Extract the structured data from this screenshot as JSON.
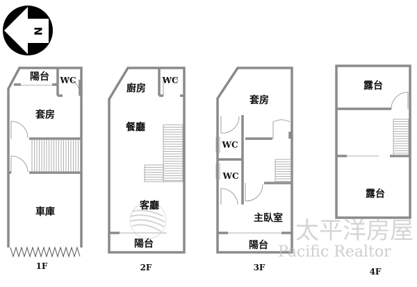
{
  "compass": {
    "icon": "north-arrow-icon",
    "letter": "N"
  },
  "floors": [
    {
      "label": "1F",
      "rooms": [
        "陽台",
        "WC",
        "套房",
        "車庫"
      ]
    },
    {
      "label": "2F",
      "rooms": [
        "廚房",
        "WC",
        "餐廳",
        "客廳",
        "陽台"
      ]
    },
    {
      "label": "3F",
      "rooms": [
        "套房",
        "WC",
        "WC",
        "主臥室",
        "陽台"
      ]
    },
    {
      "label": "4F",
      "rooms": [
        "露台",
        "露台"
      ]
    }
  ],
  "watermark": {
    "chinese": "太平洋房屋",
    "english": "Pacific Realtor"
  }
}
